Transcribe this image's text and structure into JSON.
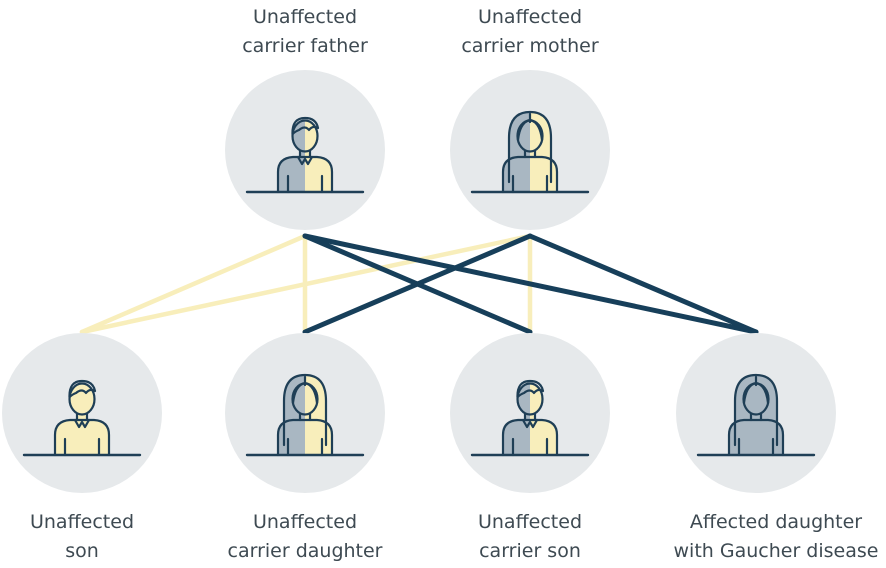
{
  "colors": {
    "background": "#ffffff",
    "circle": "#e6e9eb",
    "outline": "#1f3f56",
    "normal_allele": "#f8eebb",
    "gaucher_allele": "#173f5a",
    "figure_yellow": "#f8eebb",
    "figure_gray": "#a9b7c2",
    "text": "#3e4a52"
  },
  "parents": [
    {
      "id": "father",
      "label_line1": "Unaffected",
      "label_line2": "carrier father",
      "figure": "male-icon",
      "fill": "split"
    },
    {
      "id": "mother",
      "label_line1": "Unaffected",
      "label_line2": "carrier mother",
      "figure": "female-icon",
      "fill": "split"
    }
  ],
  "children": [
    {
      "id": "son-unaffected",
      "label_line1": "Unaffected",
      "label_line2": "son",
      "figure": "male-icon",
      "fill": "yellow",
      "from_father": "normal",
      "from_mother": "normal"
    },
    {
      "id": "daughter-carrier",
      "label_line1": "Unaffected",
      "label_line2": "carrier daughter",
      "figure": "female-icon",
      "fill": "split",
      "from_father": "normal",
      "from_mother": "gaucher"
    },
    {
      "id": "son-carrier",
      "label_line1": "Unaffected",
      "label_line2": "carrier son",
      "figure": "male-icon",
      "fill": "split",
      "from_father": "gaucher",
      "from_mother": "normal"
    },
    {
      "id": "daughter-affected",
      "label_line1": "Affected daughter",
      "label_line2": "with Gaucher disease",
      "figure": "female-icon",
      "fill": "gray",
      "from_father": "gaucher",
      "from_mother": "gaucher"
    }
  ]
}
